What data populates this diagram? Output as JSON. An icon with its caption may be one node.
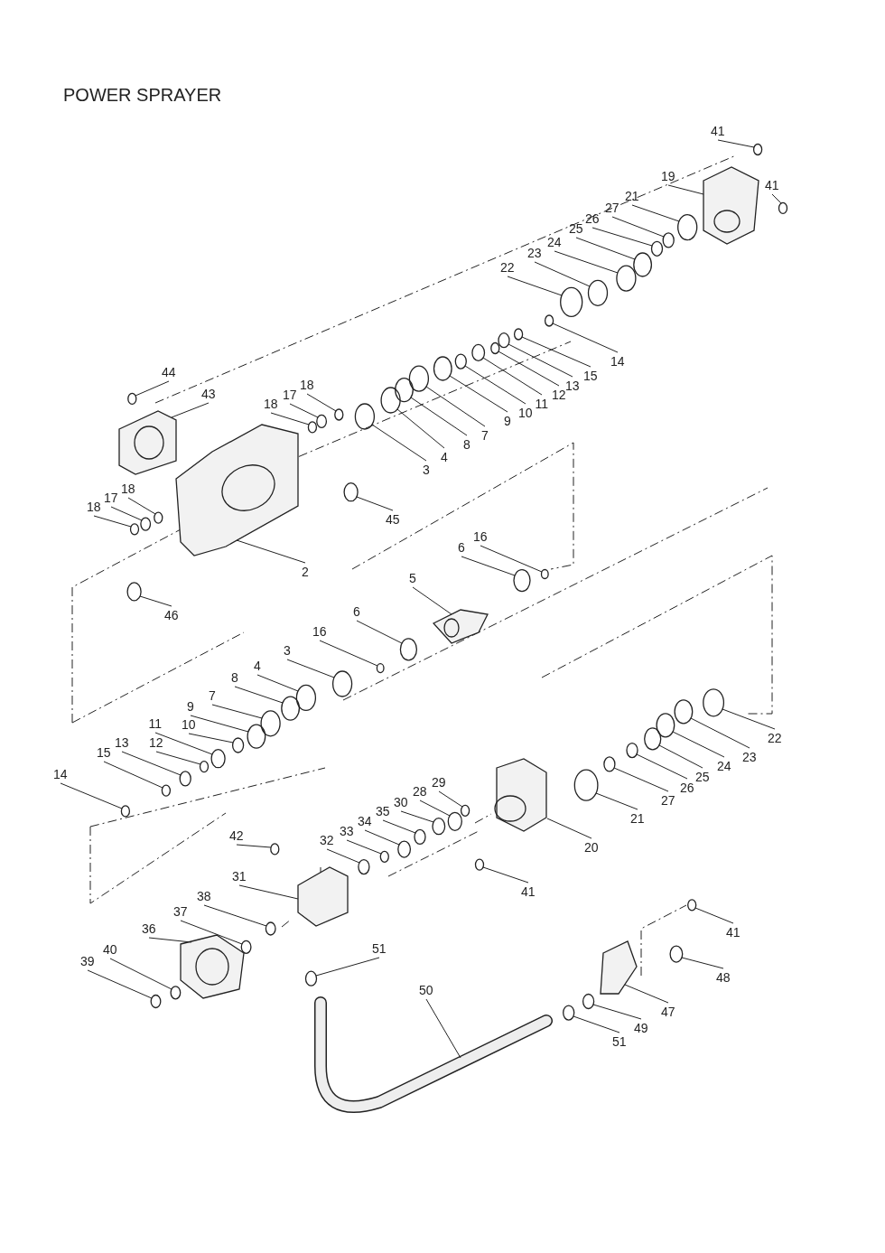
{
  "diagram": {
    "title": "POWER SPRAYER",
    "nodes": [
      {
        "text": [
          "41"
        ]
      },
      {
        "text": [
          "19"
        ]
      },
      {
        "text": [
          "41"
        ]
      },
      {
        "text": [
          "21"
        ]
      },
      {
        "text": [
          "27"
        ]
      },
      {
        "text": [
          "26"
        ]
      },
      {
        "text": [
          "25"
        ]
      },
      {
        "text": [
          "24"
        ]
      },
      {
        "text": [
          "23"
        ]
      },
      {
        "text": [
          "22"
        ]
      },
      {
        "text": [
          "14"
        ]
      },
      {
        "text": [
          "15"
        ]
      },
      {
        "text": [
          "13"
        ]
      },
      {
        "text": [
          "12"
        ]
      },
      {
        "text": [
          "11"
        ]
      },
      {
        "text": [
          "10"
        ]
      },
      {
        "text": [
          "9"
        ]
      },
      {
        "text": [
          "7"
        ]
      },
      {
        "text": [
          "8"
        ]
      },
      {
        "text": [
          "4"
        ]
      },
      {
        "text": [
          "3"
        ]
      },
      {
        "text": [
          "44"
        ]
      },
      {
        "text": [
          "43"
        ]
      },
      {
        "text": [
          "18"
        ]
      },
      {
        "text": [
          "17"
        ]
      },
      {
        "text": [
          "18"
        ]
      },
      {
        "text": [
          "18"
        ]
      },
      {
        "text": [
          "17"
        ]
      },
      {
        "text": [
          "18"
        ]
      },
      {
        "text": [
          "45"
        ]
      },
      {
        "text": [
          "2"
        ]
      },
      {
        "text": [
          "46"
        ]
      },
      {
        "text": [
          "16"
        ]
      },
      {
        "text": [
          "6"
        ]
      },
      {
        "text": [
          "5"
        ]
      },
      {
        "text": [
          "6"
        ]
      },
      {
        "text": [
          "16"
        ]
      },
      {
        "text": [
          "3"
        ]
      },
      {
        "text": [
          "4"
        ]
      },
      {
        "text": [
          "8"
        ]
      },
      {
        "text": [
          "7"
        ]
      },
      {
        "text": [
          "9"
        ]
      },
      {
        "text": [
          "10"
        ]
      },
      {
        "text": [
          "11"
        ]
      },
      {
        "text": [
          "12"
        ]
      },
      {
        "text": [
          "13"
        ]
      },
      {
        "text": [
          "15"
        ]
      },
      {
        "text": [
          "14"
        ]
      },
      {
        "text": [
          "22"
        ]
      },
      {
        "text": [
          "23"
        ]
      },
      {
        "text": [
          "24"
        ]
      },
      {
        "text": [
          "25"
        ]
      },
      {
        "text": [
          "26"
        ]
      },
      {
        "text": [
          "27"
        ]
      },
      {
        "text": [
          "21"
        ]
      },
      {
        "text": [
          "20"
        ]
      },
      {
        "text": [
          "29"
        ]
      },
      {
        "text": [
          "28"
        ]
      },
      {
        "text": [
          "30"
        ]
      },
      {
        "text": [
          "35"
        ]
      },
      {
        "text": [
          "34"
        ]
      },
      {
        "text": [
          "33"
        ]
      },
      {
        "text": [
          "32"
        ]
      },
      {
        "text": [
          "41"
        ]
      },
      {
        "text": [
          "42"
        ]
      },
      {
        "text": [
          "31"
        ]
      },
      {
        "text": [
          "38"
        ]
      },
      {
        "text": [
          "37"
        ]
      },
      {
        "text": [
          "36"
        ]
      },
      {
        "text": [
          "40"
        ]
      },
      {
        "text": [
          "39"
        ]
      },
      {
        "text": [
          "51"
        ]
      },
      {
        "text": [
          "41"
        ]
      },
      {
        "text": [
          "48"
        ]
      },
      {
        "text": [
          "47"
        ]
      },
      {
        "text": [
          "49"
        ]
      },
      {
        "text": [
          "51"
        ]
      },
      {
        "text": [
          "50"
        ]
      },
      {
        "text": [],
        "shape": "circle"
      },
      {
        "text": [],
        "shape": "picture"
      },
      {
        "text": [],
        "shape": "circle"
      },
      {
        "text": [],
        "shape": "circle"
      },
      {
        "text": [],
        "shape": "circle"
      },
      {
        "text": [],
        "shape": "circle"
      },
      {
        "text": [],
        "shape": "circle"
      },
      {
        "text": [],
        "shape": "circle"
      },
      {
        "text": [],
        "shape": "circle"
      },
      {
        "text": [],
        "shape": "circle"
      },
      {
        "text": [],
        "shape": "circle"
      },
      {
        "text": [],
        "shape": "circle"
      },
      {
        "text": [],
        "shape": "circle"
      },
      {
        "text": [],
        "shape": "circle"
      },
      {
        "text": [],
        "shape": "circle"
      },
      {
        "text": [],
        "shape": "circle"
      },
      {
        "text": [],
        "shape": "circle"
      },
      {
        "text": [],
        "shape": "circle"
      },
      {
        "text": [],
        "shape": "circle"
      },
      {
        "text": [],
        "shape": "circle"
      },
      {
        "text": [],
        "shape": "circle"
      },
      {
        "text": [],
        "shape": "circle"
      },
      {
        "text": [],
        "shape": "picture"
      },
      {
        "text": [],
        "shape": "circle"
      },
      {
        "text": [],
        "shape": "circle"
      },
      {
        "text": [],
        "shape": "circle"
      },
      {
        "text": [],
        "shape": "circle"
      },
      {
        "text": [],
        "shape": "circle"
      },
      {
        "text": [],
        "shape": "circle"
      },
      {
        "text": [],
        "shape": "circle"
      },
      {
        "text": [],
        "shape": "picture"
      },
      {
        "text": [],
        "shape": "circle"
      },
      {
        "text": [],
        "shape": "circle"
      },
      {
        "text": [],
        "shape": "circle"
      },
      {
        "text": [],
        "shape": "picture"
      },
      {
        "text": [],
        "shape": "circle"
      },
      {
        "text": [],
        "shape": "circle"
      },
      {
        "text": [],
        "shape": "circle"
      },
      {
        "text": [],
        "shape": "circle"
      },
      {
        "text": [],
        "shape": "circle"
      },
      {
        "text": [],
        "shape": "circle"
      },
      {
        "text": [],
        "shape": "circle"
      },
      {
        "text": [],
        "shape": "circle"
      },
      {
        "text": [],
        "shape": "circle"
      },
      {
        "text": [],
        "shape": "circle"
      },
      {
        "text": [],
        "shape": "circle"
      },
      {
        "text": [],
        "shape": "circle"
      },
      {
        "text": [],
        "shape": "circle"
      },
      {
        "text": [],
        "shape": "circle"
      },
      {
        "text": [],
        "shape": "circle"
      },
      {
        "text": [],
        "shape": "circle"
      },
      {
        "text": [],
        "shape": "circle"
      },
      {
        "text": [],
        "shape": "circle"
      },
      {
        "text": [],
        "shape": "circle"
      },
      {
        "text": [],
        "shape": "circle"
      },
      {
        "text": [],
        "shape": "picture"
      },
      {
        "text": [],
        "shape": "circle"
      },
      {
        "text": [],
        "shape": "circle"
      },
      {
        "text": [],
        "shape": "circle"
      },
      {
        "text": [],
        "shape": "circle"
      },
      {
        "text": [],
        "shape": "circle"
      },
      {
        "text": [],
        "shape": "circle"
      },
      {
        "text": [],
        "shape": "circle"
      },
      {
        "text": [],
        "shape": "circle"
      },
      {
        "text": [],
        "shape": "circle"
      },
      {
        "text": [],
        "shape": "picture"
      },
      {
        "text": [],
        "shape": "circle"
      },
      {
        "text": [],
        "shape": "circle"
      },
      {
        "text": [],
        "shape": "picture"
      },
      {
        "text": [],
        "shape": "circle"
      },
      {
        "text": [],
        "shape": "circle"
      },
      {
        "text": [],
        "shape": "circle"
      },
      {
        "text": [],
        "shape": "circle"
      },
      {
        "text": [],
        "shape": "circle"
      },
      {
        "text": [],
        "shape": "picture"
      },
      {
        "text": [],
        "shape": "circle"
      },
      {
        "text": [],
        "shape": "circle"
      },
      {
        "text": [],
        "shape": "picture"
      }
    ],
    "edges": [
      {
        "from": 0,
        "to": 78,
        "arrow": "none"
      },
      {
        "from": 1,
        "to": 79,
        "arrow": "none"
      },
      {
        "from": 2,
        "to": 80,
        "arrow": "none"
      },
      {
        "from": 3,
        "to": 81,
        "arrow": "none"
      },
      {
        "from": 4,
        "to": 82,
        "arrow": "none"
      },
      {
        "from": 5,
        "to": 83,
        "arrow": "none"
      },
      {
        "from": 6,
        "to": 84,
        "arrow": "none"
      },
      {
        "from": 7,
        "to": 85,
        "arrow": "none"
      },
      {
        "from": 8,
        "to": 86,
        "arrow": "none"
      },
      {
        "from": 9,
        "to": 87,
        "arrow": "none"
      },
      {
        "from": 10,
        "to": 88,
        "arrow": "none"
      },
      {
        "from": 11,
        "to": 89,
        "arrow": "none"
      },
      {
        "from": 12,
        "to": 90,
        "arrow": "none"
      },
      {
        "from": 13,
        "to": 91,
        "arrow": "none"
      },
      {
        "from": 14,
        "to": 92,
        "arrow": "none"
      },
      {
        "from": 15,
        "to": 93,
        "arrow": "none"
      },
      {
        "from": 16,
        "to": 94,
        "arrow": "none"
      },
      {
        "from": 17,
        "to": 95,
        "arrow": "none"
      },
      {
        "from": 18,
        "to": 96,
        "arrow": "none"
      },
      {
        "from": 19,
        "to": 97,
        "arrow": "none"
      },
      {
        "from": 20,
        "to": 98,
        "arrow": "none"
      },
      {
        "from": 21,
        "to": 99,
        "arrow": "none"
      },
      {
        "from": 22,
        "to": 100,
        "arrow": "none"
      },
      {
        "from": 23,
        "to": 101,
        "arrow": "none"
      },
      {
        "from": 24,
        "to": 102,
        "arrow": "none"
      },
      {
        "from": 25,
        "to": 103,
        "arrow": "none"
      },
      {
        "from": 26,
        "to": 104,
        "arrow": "none"
      },
      {
        "from": 27,
        "to": 105,
        "arrow": "none"
      },
      {
        "from": 28,
        "to": 106,
        "arrow": "none"
      },
      {
        "from": 29,
        "to": 107,
        "arrow": "none"
      },
      {
        "from": 30,
        "to": 108,
        "arrow": "none"
      },
      {
        "from": 31,
        "to": 109,
        "arrow": "none"
      },
      {
        "from": 32,
        "to": 110,
        "arrow": "none"
      },
      {
        "from": 33,
        "to": 111,
        "arrow": "none"
      },
      {
        "from": 34,
        "to": 112,
        "arrow": "none"
      },
      {
        "from": 35,
        "to": 113,
        "arrow": "none"
      },
      {
        "from": 36,
        "to": 114,
        "arrow": "none"
      },
      {
        "from": 37,
        "to": 115,
        "arrow": "none"
      },
      {
        "from": 38,
        "to": 116,
        "arrow": "none"
      },
      {
        "from": 39,
        "to": 117,
        "arrow": "none"
      },
      {
        "from": 40,
        "to": 118,
        "arrow": "none"
      },
      {
        "from": 41,
        "to": 119,
        "arrow": "none"
      },
      {
        "from": 42,
        "to": 120,
        "arrow": "none"
      },
      {
        "from": 43,
        "to": 121,
        "arrow": "none"
      },
      {
        "from": 44,
        "to": 122,
        "arrow": "none"
      },
      {
        "from": 45,
        "to": 123,
        "arrow": "none"
      },
      {
        "from": 46,
        "to": 124,
        "arrow": "none"
      },
      {
        "from": 47,
        "to": 125,
        "arrow": "none"
      },
      {
        "from": 48,
        "to": 126,
        "arrow": "none"
      },
      {
        "from": 49,
        "to": 127,
        "arrow": "none"
      },
      {
        "from": 50,
        "to": 128,
        "arrow": "none"
      },
      {
        "from": 51,
        "to": 129,
        "arrow": "none"
      },
      {
        "from": 52,
        "to": 130,
        "arrow": "none"
      },
      {
        "from": 53,
        "to": 131,
        "arrow": "none"
      },
      {
        "from": 54,
        "to": 132,
        "arrow": "none"
      },
      {
        "from": 55,
        "to": 133,
        "arrow": "none"
      },
      {
        "from": 56,
        "to": 134,
        "arrow": "none"
      },
      {
        "from": 57,
        "to": 135,
        "arrow": "none"
      },
      {
        "from": 58,
        "to": 136,
        "arrow": "none"
      },
      {
        "from": 59,
        "to": 137,
        "arrow": "none"
      },
      {
        "from": 60,
        "to": 138,
        "arrow": "none"
      },
      {
        "from": 61,
        "to": 139,
        "arrow": "none"
      },
      {
        "from": 62,
        "to": 140,
        "arrow": "none"
      },
      {
        "from": 63,
        "to": 141,
        "arrow": "none"
      },
      {
        "from": 64,
        "to": 142,
        "arrow": "none"
      },
      {
        "from": 65,
        "to": 143,
        "arrow": "none"
      },
      {
        "from": 66,
        "to": 144,
        "arrow": "none"
      },
      {
        "from": 67,
        "to": 145,
        "arrow": "none"
      },
      {
        "from": 68,
        "to": 146,
        "arrow": "none"
      },
      {
        "from": 69,
        "to": 147,
        "arrow": "none"
      },
      {
        "from": 70,
        "to": 148,
        "arrow": "none"
      },
      {
        "from": 71,
        "to": 149,
        "arrow": "none"
      },
      {
        "from": 72,
        "to": 150,
        "arrow": "none"
      },
      {
        "from": 73,
        "to": 151,
        "arrow": "none"
      },
      {
        "from": 74,
        "to": 152,
        "arrow": "none"
      },
      {
        "from": 75,
        "to": 153,
        "arrow": "none"
      },
      {
        "from": 76,
        "to": 154,
        "arrow": "none"
      },
      {
        "from": 77,
        "to": 155,
        "arrow": "none"
      }
    ]
  }
}
